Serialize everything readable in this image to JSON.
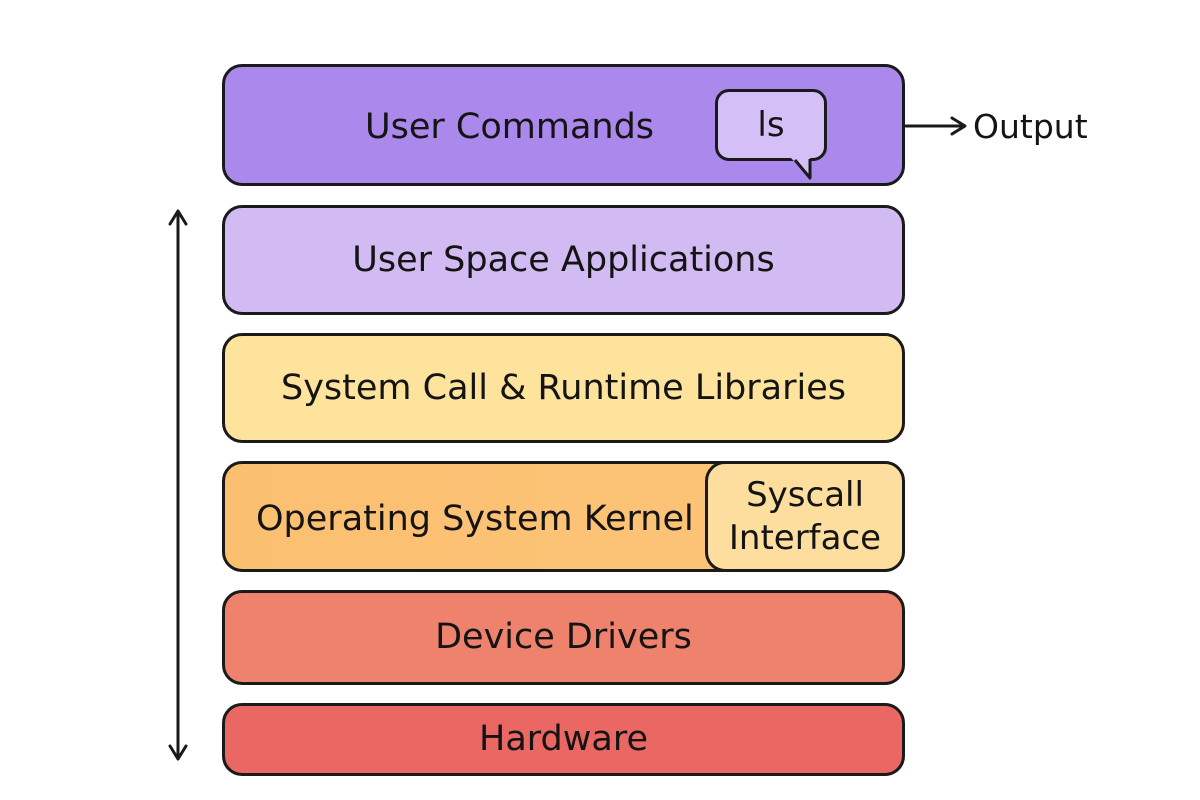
{
  "layers": {
    "user_commands": "User Commands",
    "user_space": "User Space Applications",
    "system_call": "System Call & Runtime Libraries",
    "kernel": "Operating System Kernel",
    "syscall_interface": [
      "Syscall",
      "Interface"
    ],
    "device_drivers": "Device Drivers",
    "hardware": "Hardware"
  },
  "command_bubble": "ls",
  "output_label": "Output",
  "colors": {
    "user_commands": "#ab88ec",
    "user_space": "#d1bbf2",
    "system_call": "#fde39b",
    "kernel": "#fbbf70",
    "syscall_interface": "#fdde9f",
    "device_drivers": "#ef826c",
    "hardware": "#eb6763",
    "bubble": "#d4bff7",
    "outline": "#1a1a1a"
  },
  "icons": {
    "vertical_arrow": "double-headed-arrow-icon",
    "output_arrow": "right-arrow-icon",
    "bubble_tail": "speech-bubble-tail-icon"
  }
}
